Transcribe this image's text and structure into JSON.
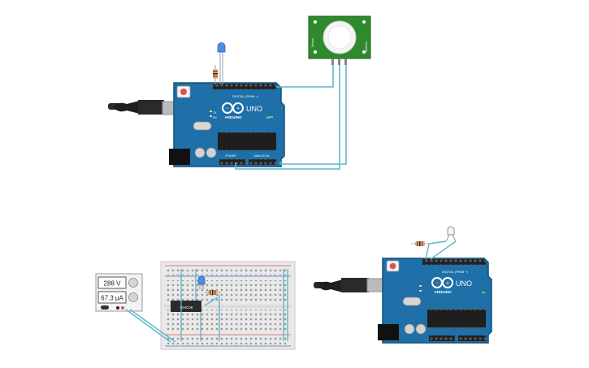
{
  "colors": {
    "board_blue": "#1f6fa8",
    "board_edge": "#14507c",
    "wire_teal": "#5fb7c9",
    "pir_green": "#2f8a2f",
    "header_black": "#222222",
    "breadboard": "#e9e9e9",
    "rail_red": "#d9534f",
    "rail_blue": "#3b6fb6",
    "led_blue": "#4a8fe0",
    "resistor_tan": "#d8b27a"
  },
  "icons": [
    "usb-cable-icon",
    "arduino-logo-icon",
    "pir-sensor-icon",
    "led-icon",
    "resistor-icon",
    "ic-chip-icon",
    "power-supply-icon"
  ],
  "arduino": {
    "brand": "ARDUINO",
    "model": "UNO",
    "digital_label": "DIGITAL (PWM ~)",
    "power_label": "POWER",
    "analog_label": "ANALOG IN",
    "reset_label": "RESET",
    "on_label": "ON",
    "tx_label": "TX",
    "rx_label": "RX"
  },
  "pir": {
    "label_left": "Sensor",
    "label_right": "Detector"
  },
  "power_supply": {
    "voltage": "288 V",
    "current": "67.3 µA"
  },
  "chip": {
    "label": "74HC08"
  }
}
